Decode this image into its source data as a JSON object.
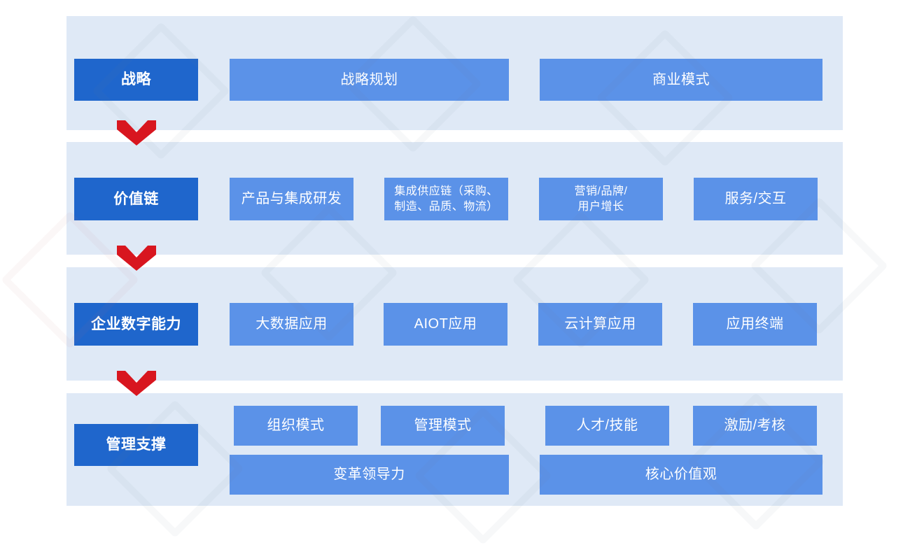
{
  "diagram": {
    "background_color": "#ffffff",
    "band_color": "#dfe9f6",
    "primary_box_color": "#1f66cc",
    "secondary_box_color": "#5b92e8",
    "arrow_color": "#d8161f",
    "rows": [
      {
        "id": "strategy",
        "header": "战略",
        "items": [
          "战略规划",
          "商业模式"
        ]
      },
      {
        "id": "value-chain",
        "header": "价值链",
        "items": [
          "产品与集成研发",
          "集成供应链（采购、\n制造、品质、物流）",
          "营销/品牌/\n用户增长",
          "服务/交互"
        ]
      },
      {
        "id": "digital-capability",
        "header": "企业数字能力",
        "items": [
          "大数据应用",
          "AIOT应用",
          "云计算应用",
          "应用终端"
        ]
      },
      {
        "id": "management-support",
        "header": "管理支撑",
        "items": [
          "组织模式",
          "管理模式",
          "人才/技能",
          "激励/考核"
        ],
        "wide_items": [
          "变革领导力",
          "核心价值观"
        ]
      }
    ],
    "arrows": [
      {
        "id": "arrow-strategy-to-value-chain",
        "icon": "chevron-down-icon"
      },
      {
        "id": "arrow-value-chain-to-digital",
        "icon": "chevron-down-icon"
      },
      {
        "id": "arrow-digital-to-management",
        "icon": "chevron-down-icon"
      }
    ]
  },
  "labels": {
    "r1_header": "战略",
    "r1_i0": "战略规划",
    "r1_i1": "商业模式",
    "r2_header": "价值链",
    "r2_i0": "产品与集成研发",
    "r2_i1_l1": "集成供应链（采购、",
    "r2_i1_l2": "制造、品质、物流）",
    "r2_i2_l1": "营销/品牌/",
    "r2_i2_l2": "用户增长",
    "r2_i3": "服务/交互",
    "r3_header": "企业数字能力",
    "r3_i0": "大数据应用",
    "r3_i1": "AIOT应用",
    "r3_i2": "云计算应用",
    "r3_i3": "应用终端",
    "r4_header": "管理支撑",
    "r4_i0": "组织模式",
    "r4_i1": "管理模式",
    "r4_i2": "人才/技能",
    "r4_i3": "激励/考核",
    "r4_w0": "变革领导力",
    "r4_w1": "核心价值观"
  }
}
